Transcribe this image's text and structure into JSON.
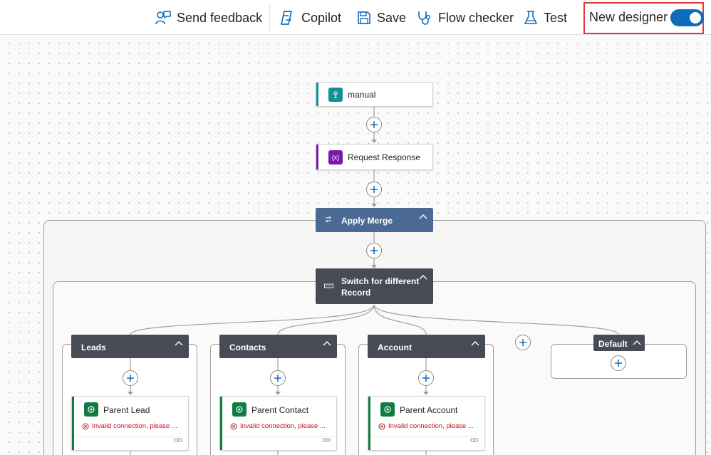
{
  "toolbar": {
    "send_feedback": "Send feedback",
    "copilot": "Copilot",
    "save": "Save",
    "flow_checker": "Flow checker",
    "test": "Test",
    "new_designer": "New designer",
    "new_designer_on": true
  },
  "flow": {
    "trigger": {
      "title": "manual",
      "icon": "hand-touch-icon"
    },
    "request_response": {
      "title": "Request Response",
      "icon": "variable-braces-icon"
    },
    "apply_merge": {
      "title": "Apply Merge",
      "icon": "loop-icon"
    },
    "switch": {
      "title_line1": "Switch for different",
      "title_line2": "Record",
      "icon": "switch-icon"
    },
    "cases": [
      {
        "label": "Leads",
        "action": "Parent Lead",
        "error": "Invalid connection, please ..."
      },
      {
        "label": "Contacts",
        "action": "Parent Contact",
        "error": "Invalid connection, please ..."
      },
      {
        "label": "Account",
        "action": "Parent Account",
        "error": "Invalid connection, please ..."
      }
    ],
    "default_case": {
      "label": "Default"
    }
  },
  "colors": {
    "accent_blue": "#0f6cbd",
    "trigger_teal": "#0f9396",
    "variable_purple": "#7719aa",
    "dataverse_green": "#107c41",
    "error_red": "#c50f1f",
    "highlight_red": "#e53935",
    "dark_node": "#474b55",
    "loop_node": "#4b6a93"
  }
}
